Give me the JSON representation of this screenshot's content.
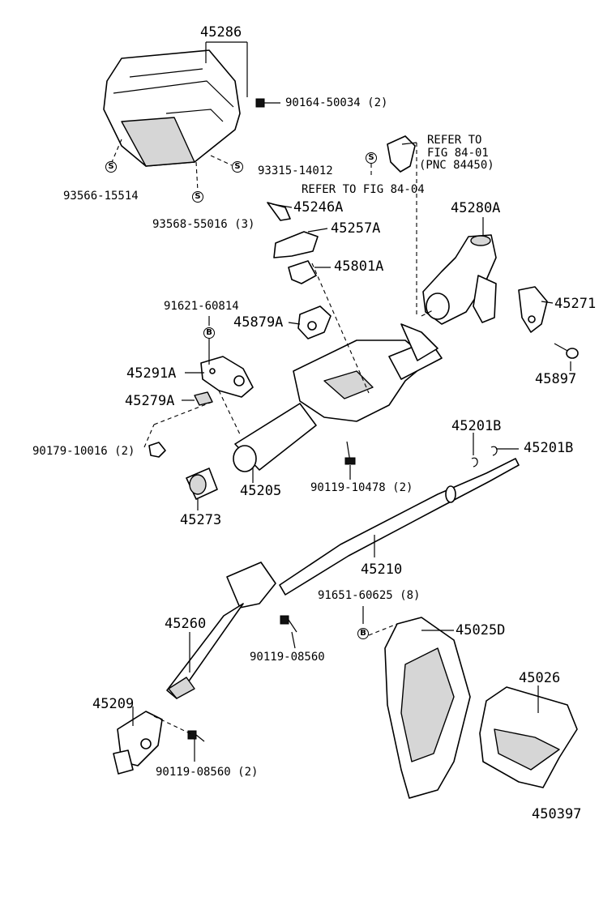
{
  "labels": {
    "p45286": "45286",
    "p90164": "90164-50034 (2)",
    "p93315": "93315-14012",
    "p93566": "93566-15514",
    "p93568": "93568-55016 (3)",
    "refer1_a": "REFER TO",
    "refer1_b": "FIG 84-01",
    "refer1_c": "(PNC 84450)",
    "refer2": "REFER TO FIG 84-04",
    "p45246A": "45246A",
    "p45257A": "45257A",
    "p45801A": "45801A",
    "p45280A": "45280A",
    "p45271": "45271",
    "p91621": "91621-60814",
    "p45879A": "45879A",
    "p45897": "45897",
    "p45291A": "45291A",
    "p45279A": "45279A",
    "p90179": "90179-10016 (2)",
    "p45201B_a": "45201B",
    "p45201B_b": "45201B",
    "p45205": "45205",
    "p90119_10478": "90119-10478 (2)",
    "p45273": "45273",
    "p45210": "45210",
    "p91651": "91651-60625 (8)",
    "p45025D": "45025D",
    "p45260": "45260",
    "p90119_08560": "90119-08560",
    "p45026": "45026",
    "p45209": "45209",
    "p90119_08560_2": "90119-08560 (2)",
    "diagram_id": "450397"
  },
  "marks": {
    "s": "S",
    "b": "B"
  }
}
